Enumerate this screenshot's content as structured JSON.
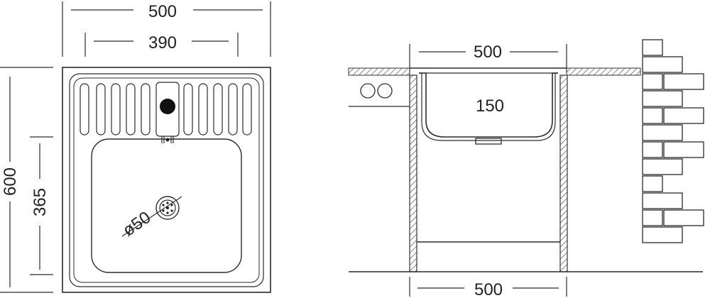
{
  "top_view": {
    "overall_width": "500",
    "bowl_width": "390",
    "overall_depth": "600",
    "bowl_depth": "365",
    "drain_diameter": "ø50"
  },
  "side_view": {
    "sink_width": "500",
    "bowl_depth": "150",
    "cabinet_width": "500"
  }
}
